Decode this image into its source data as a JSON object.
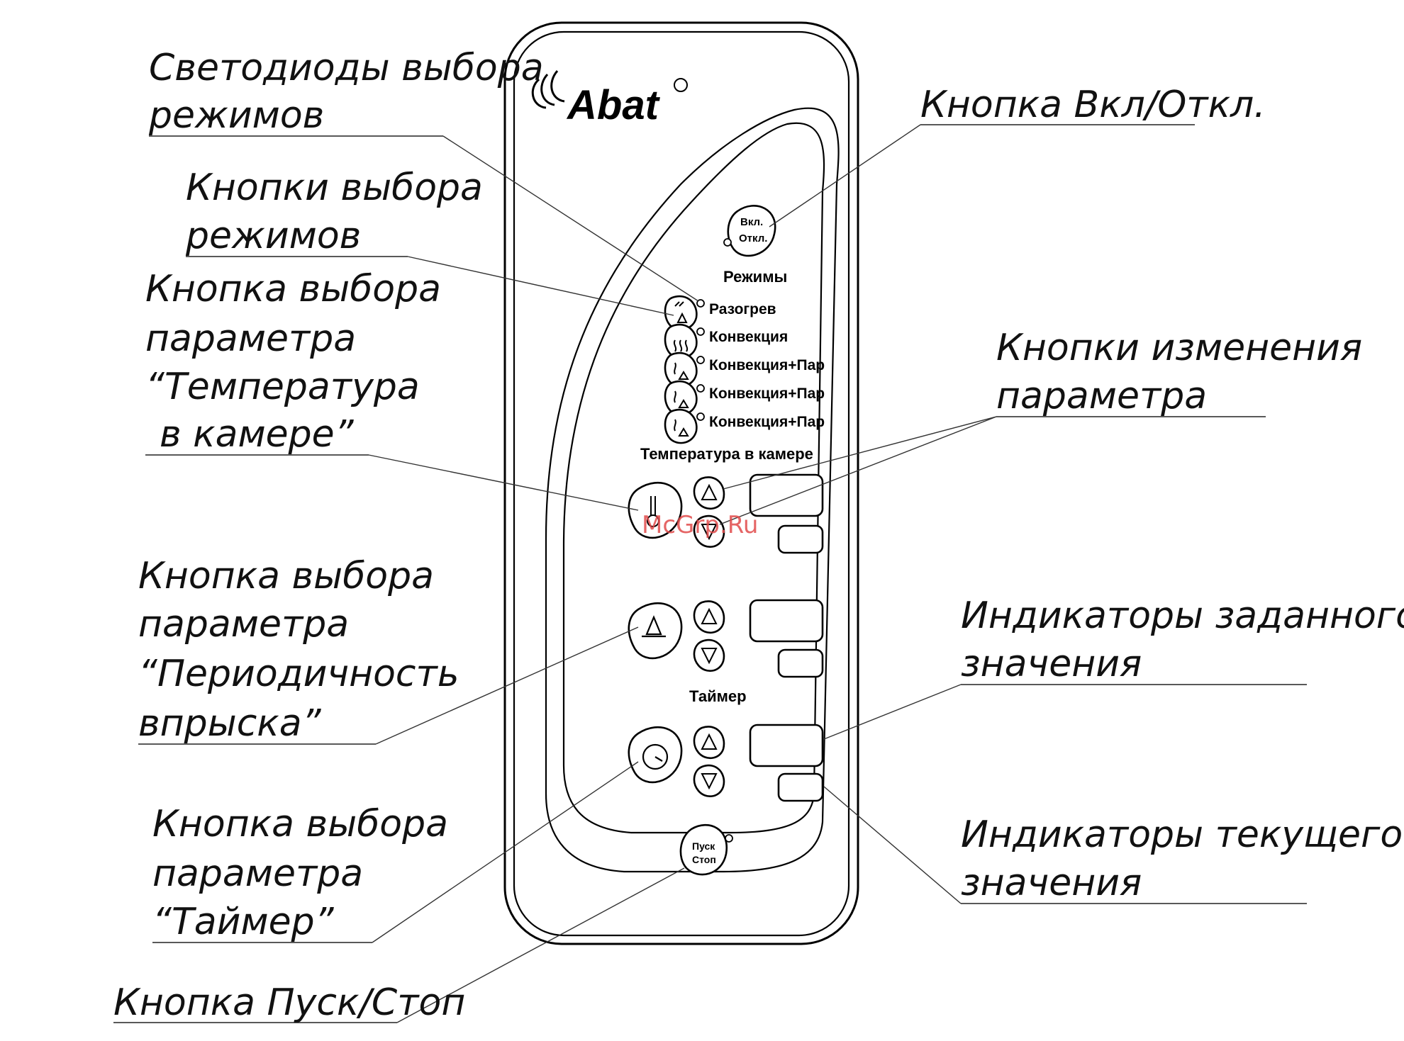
{
  "callouts": {
    "mode_leds": [
      "Светодиоды выбора",
      "режимов"
    ],
    "mode_buttons": [
      "Кнопки выбора",
      "режимов"
    ],
    "temp_button": [
      "Кнопка выбора",
      "параметра",
      "“Температура",
      "в камере”"
    ],
    "inject_button": [
      "Кнопка выбора",
      "параметра",
      "“Периодичность",
      "впрыска”"
    ],
    "timer_button": [
      "Кнопка выбора",
      "параметра",
      "“Таймер”"
    ],
    "start_stop": [
      "Кнопка Пуск/Стоп"
    ],
    "power_button": [
      "Кнопка Вкл/Откл."
    ],
    "change_buttons": [
      "Кнопки изменения",
      "параметра"
    ],
    "set_indicators": [
      "Индикаторы заданного",
      "значения"
    ],
    "current_indicators": [
      "Индикаторы текущего",
      "значения"
    ]
  },
  "panel": {
    "brand": "Abat",
    "power_button": [
      "Вкл.",
      "Откл."
    ],
    "modes_title": "Режимы",
    "modes": [
      "Разогрев",
      "Конвекция",
      "Конвекция+Пар",
      "Конвекция+Пар",
      "Конвекция+Пар"
    ],
    "temp_title": "Температура в камере",
    "timer_title": "Таймер",
    "start_button": [
      "Пуск",
      "Стоп"
    ]
  },
  "watermark": "McGrp.Ru"
}
